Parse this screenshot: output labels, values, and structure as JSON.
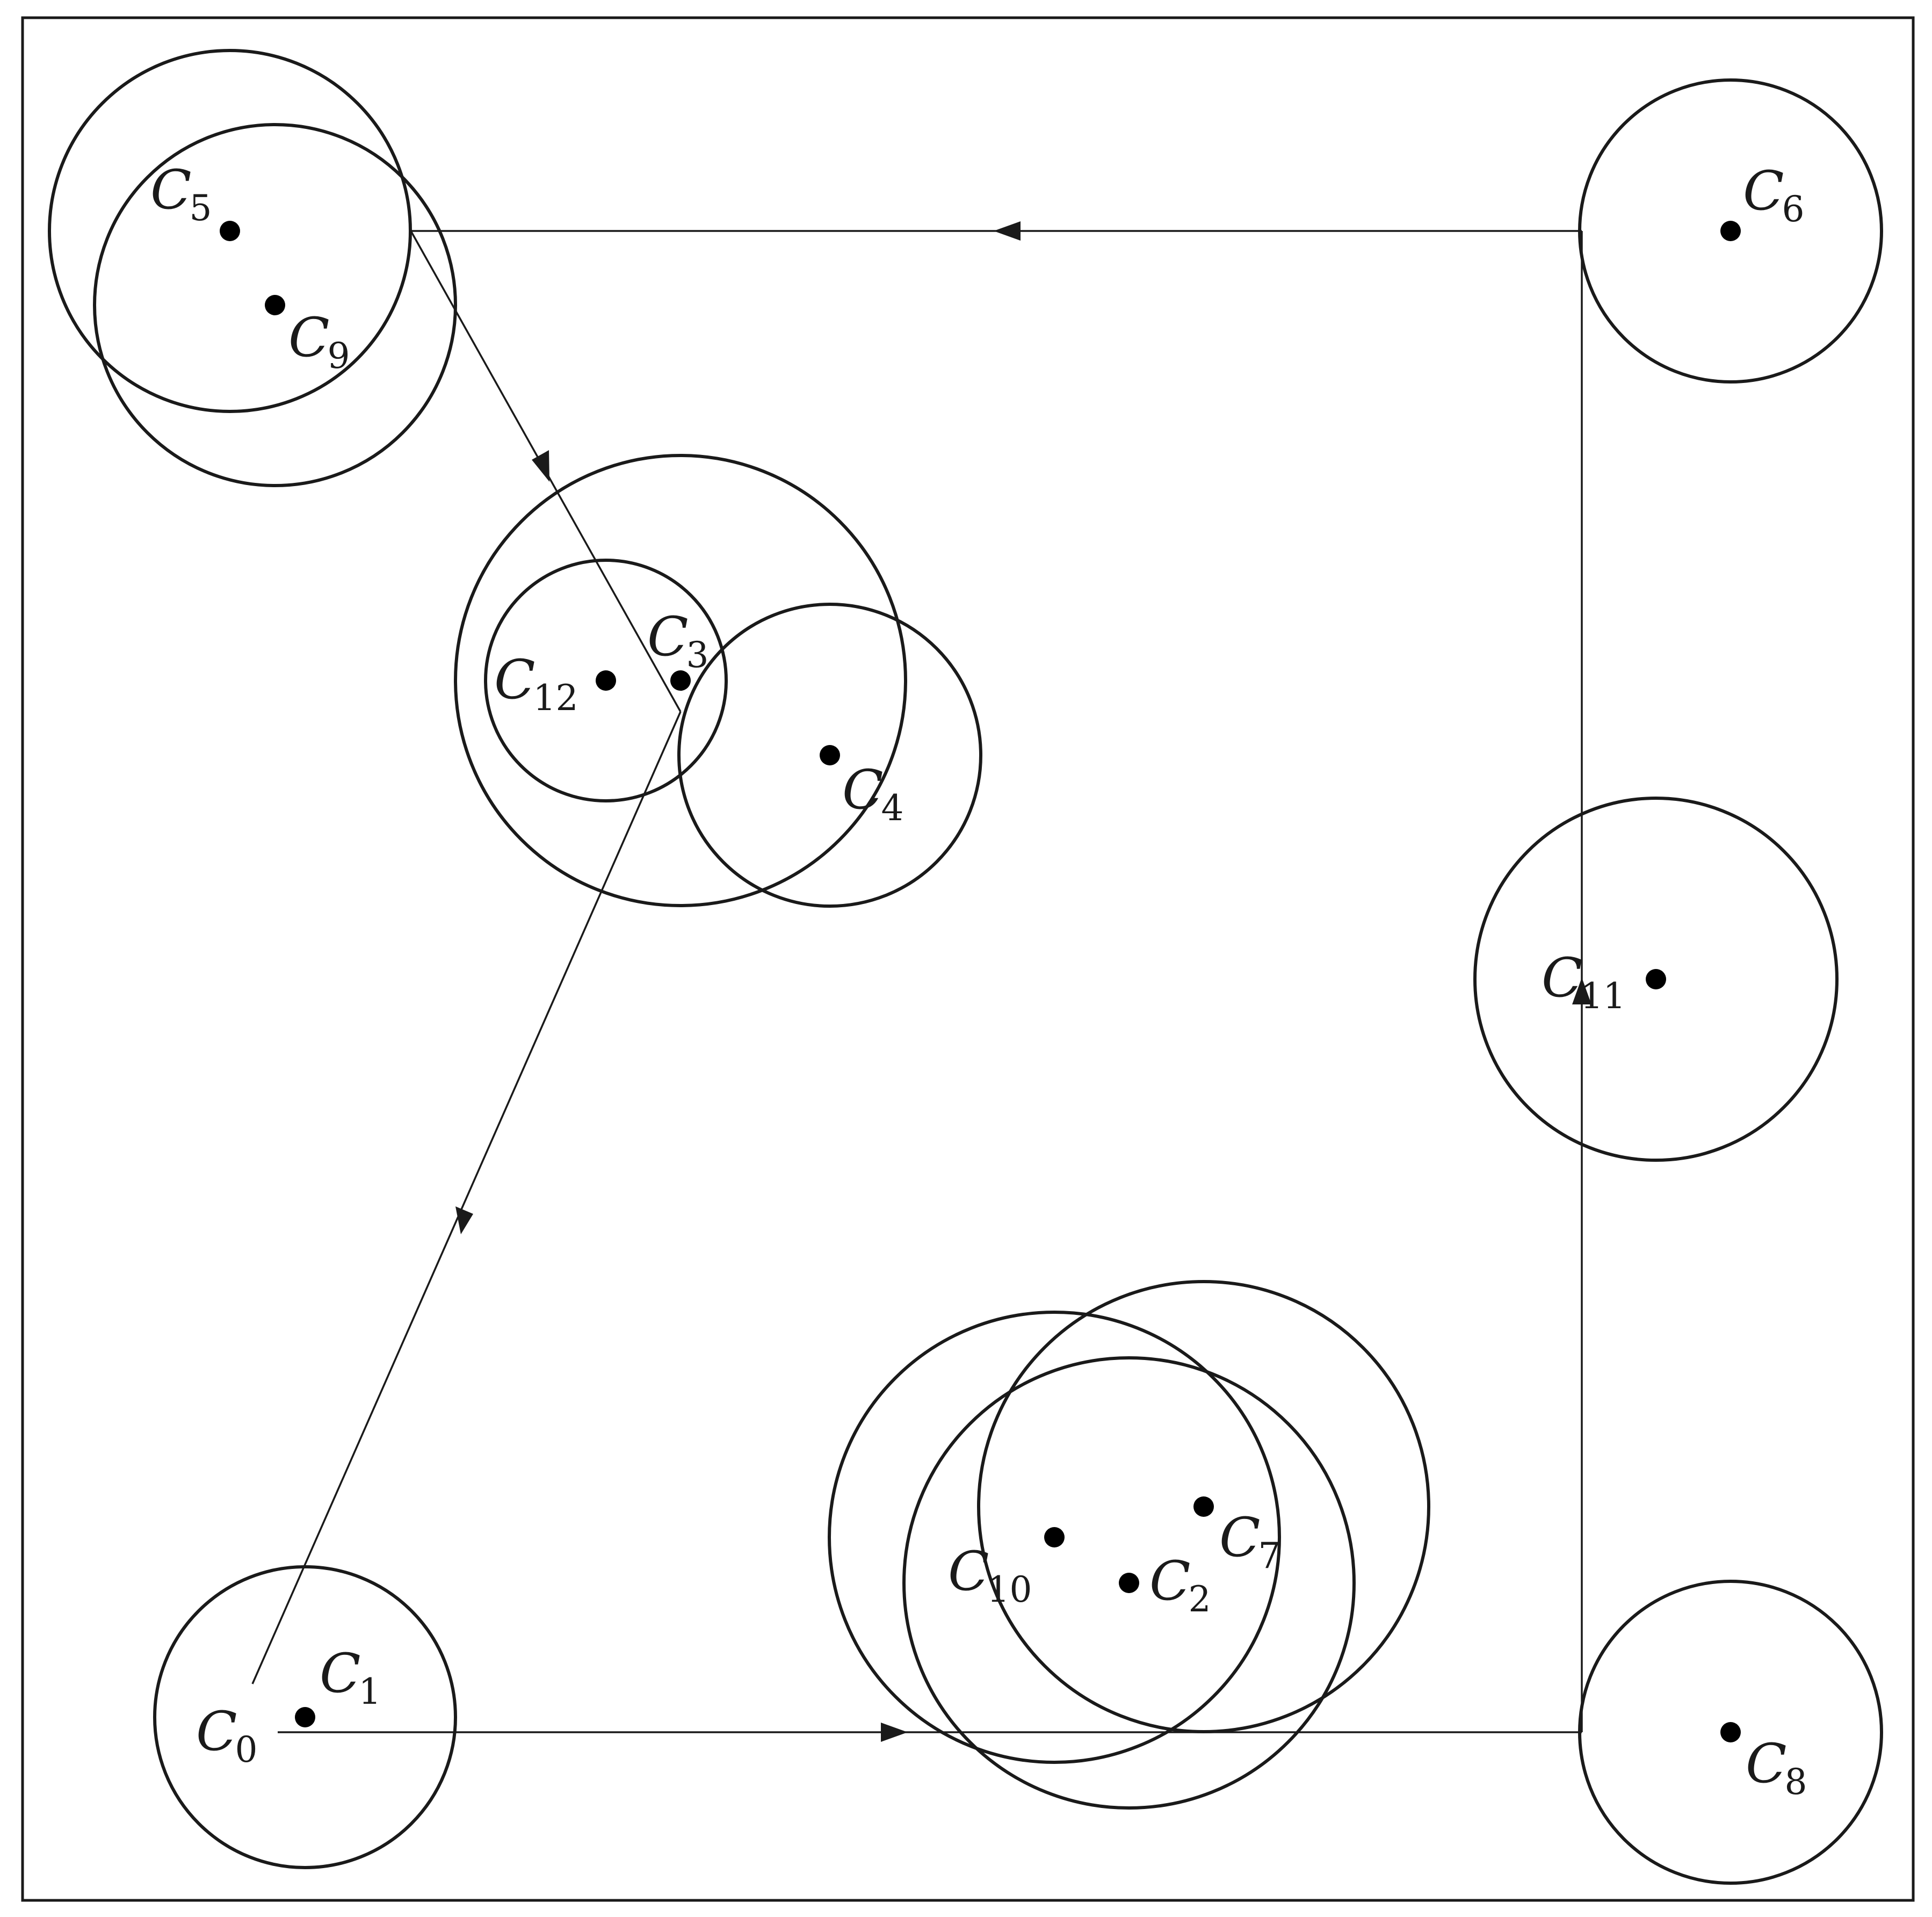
{
  "diagram": {
    "nodes": [
      {
        "id": "C0",
        "label": "C",
        "sub": "0"
      },
      {
        "id": "C1",
        "label": "C",
        "sub": "1"
      },
      {
        "id": "C2",
        "label": "C",
        "sub": "2"
      },
      {
        "id": "C3",
        "label": "C",
        "sub": "3"
      },
      {
        "id": "C4",
        "label": "C",
        "sub": "4"
      },
      {
        "id": "C5",
        "label": "C",
        "sub": "5"
      },
      {
        "id": "C6",
        "label": "C",
        "sub": "6"
      },
      {
        "id": "C7",
        "label": "C",
        "sub": "7"
      },
      {
        "id": "C8",
        "label": "C",
        "sub": "8"
      },
      {
        "id": "C9",
        "label": "C",
        "sub": "9"
      },
      {
        "id": "C10",
        "label": "C",
        "sub": "10"
      },
      {
        "id": "C11",
        "label": "C",
        "sub": "11"
      },
      {
        "id": "C12",
        "label": "C",
        "sub": "12"
      }
    ],
    "path_order": [
      "C0",
      "C8",
      "C6",
      "C5",
      "C3",
      "C0"
    ],
    "colors": {
      "stroke": "#1a1a1a",
      "dot": "#000000",
      "background": "#ffffff"
    }
  }
}
